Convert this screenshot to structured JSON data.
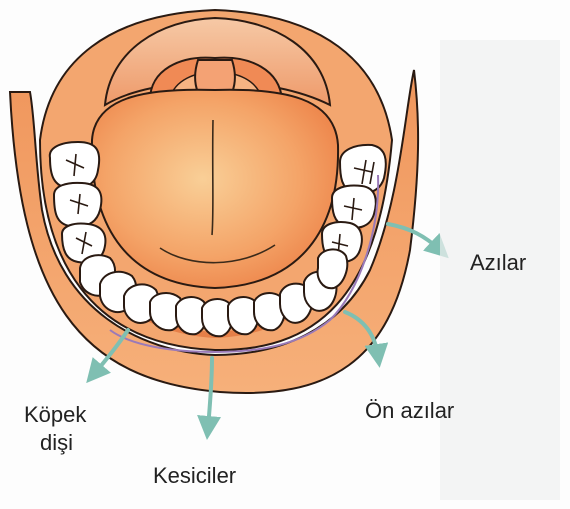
{
  "labels": {
    "molars": "Azılar",
    "premolars": "Ön azılar",
    "canine_line1": "Köpek",
    "canine_line2": "dişi",
    "incisors": "Kesiciler"
  },
  "colors": {
    "outline": "#2a1a12",
    "gum_outer": "#f3a36b",
    "gum_inner": "#e9874f",
    "lip": "#f0945c",
    "tongue_center": "#f7c186",
    "tongue_edge": "#ef8a4f",
    "palate": "#f2b58a",
    "uvula": "#f39a6a",
    "tooth": "#ffffff",
    "arrow": "#7fbfb2",
    "purple_line": "#9a7ab8"
  }
}
